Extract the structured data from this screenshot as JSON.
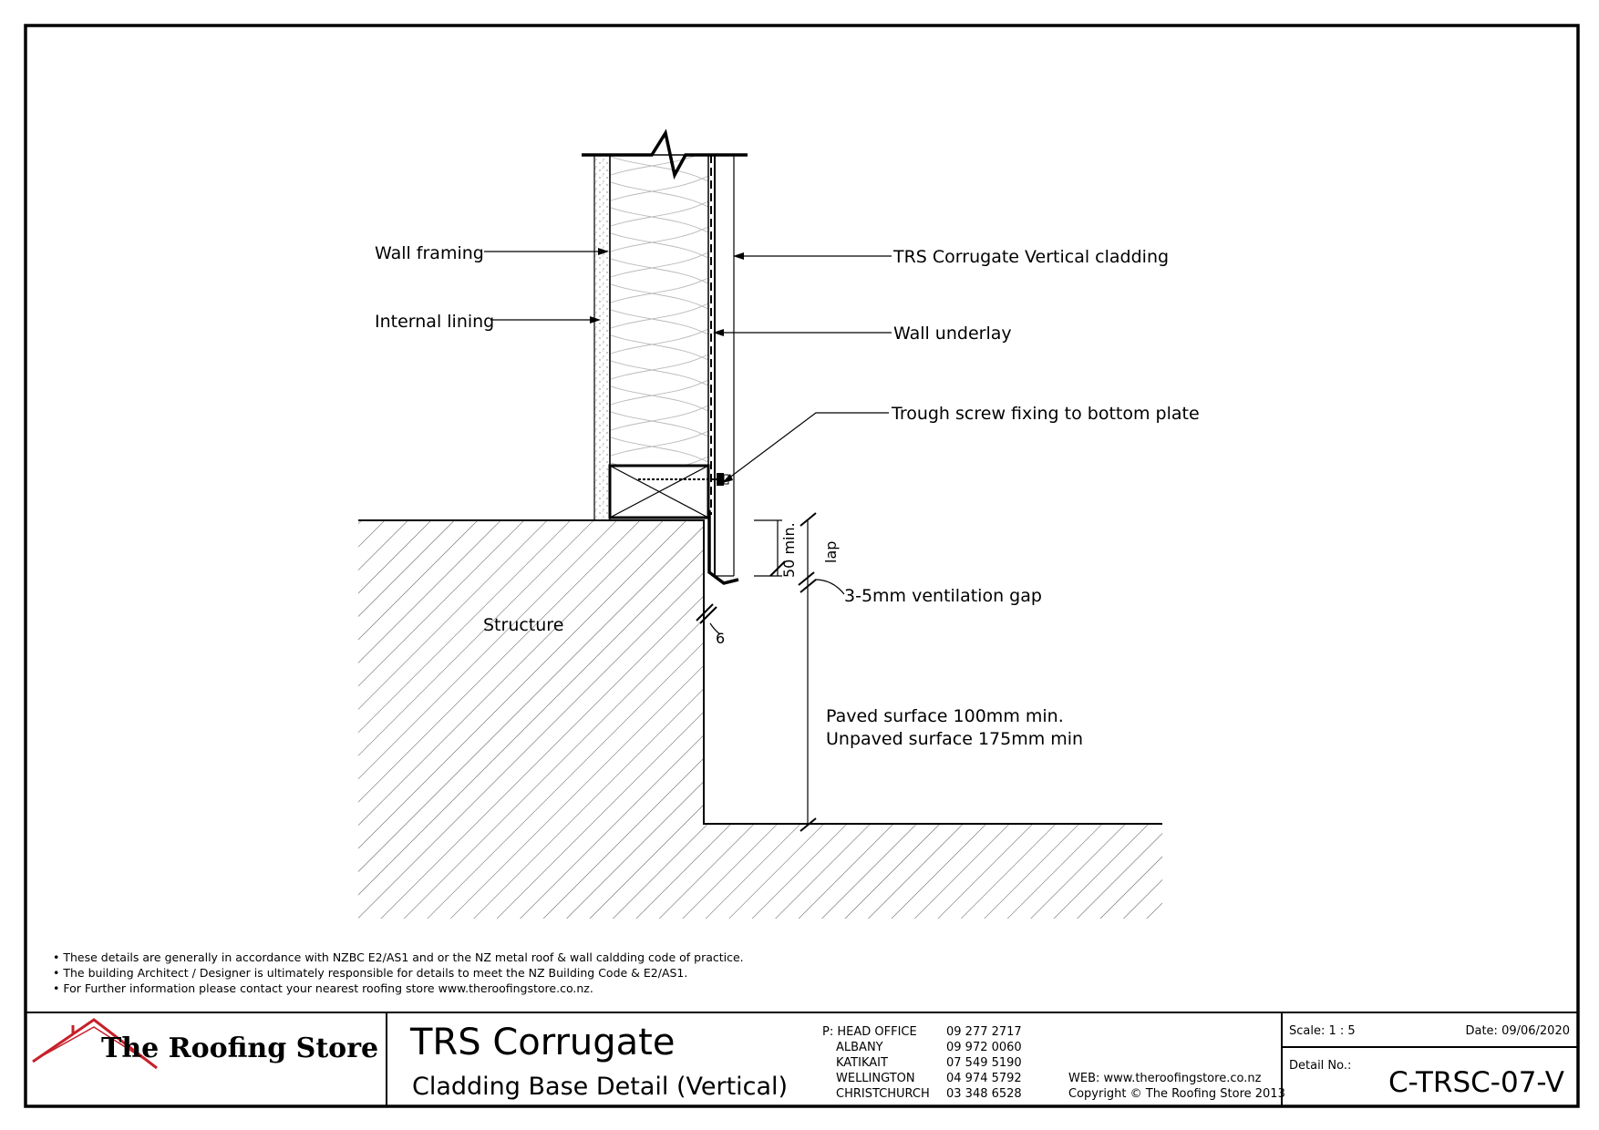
{
  "labels": {
    "wall_framing": "Wall framing",
    "internal_lining": "Internal lining",
    "cladding": "TRS Corrugate Vertical cladding",
    "wall_underlay": "Wall underlay",
    "trough_screw": "Trough screw fixing to bottom plate",
    "structure": "Structure",
    "dim_50": "50 min.",
    "dim_lap": "lap",
    "ventilation_gap": "3-5mm ventilation gap",
    "dim_6": "6",
    "paved": "Paved surface 100mm min.",
    "unpaved": "Unpaved surface 175mm min"
  },
  "notes": [
    "• These details are generally in accordance with NZBC E2/AS1 and or the NZ metal roof & wall caldding code of practice.",
    "• The building Architect / Designer is ultimately responsible for details to meet the NZ Building Code & E2/AS1.",
    "• For Further information please contact your nearest roofing store www.theroofingstore.co.nz."
  ],
  "title_block": {
    "company": "The Roofing Store",
    "title": "TRS Corrugate",
    "subtitle": "Cladding Base Detail (Vertical)",
    "contacts": [
      {
        "label": "P: HEAD OFFICE",
        "phone": "09 277 2717"
      },
      {
        "label": "ALBANY",
        "phone": "09 972 0060"
      },
      {
        "label": "KATIKAIT",
        "phone": "07 549 5190"
      },
      {
        "label": "WELLINGTON",
        "phone": "04 974 5792"
      },
      {
        "label": "CHRISTCHURCH",
        "phone": "03 348 6528"
      }
    ],
    "web": "WEB: www.theroofingstore.co.nz",
    "copyright": "Copyright © The Roofing Store 2013",
    "scale": "Scale:  1 : 5",
    "date": "Date: 09/06/2020",
    "detail_label": "Detail No.:",
    "detail_no": "C-TRSC-07-V"
  },
  "colors": {
    "line": "#000000",
    "logo_roof": "#c8202a"
  }
}
